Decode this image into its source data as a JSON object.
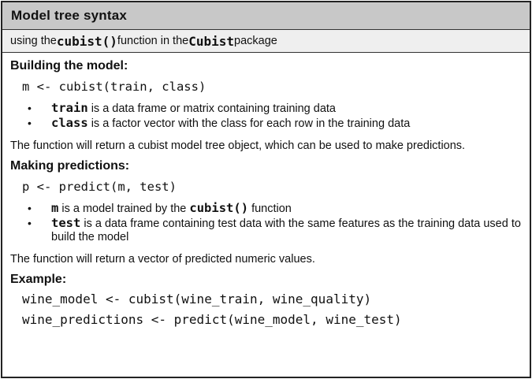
{
  "title": "Model tree syntax",
  "subtitle": {
    "prefix": "using the ",
    "function_name": "cubist()",
    "middle": " function in the ",
    "package_name": "Cubist",
    "suffix": " package"
  },
  "building": {
    "heading": "Building the model:",
    "code": "m <- cubist(train, class)",
    "bullets": [
      {
        "term": "train",
        "text": " is a data frame or matrix containing training data"
      },
      {
        "term": "class",
        "text": " is a factor vector with the class for each row in the training data"
      }
    ],
    "returns": "The function will return a cubist model tree object, which can be used to make predictions."
  },
  "predicting": {
    "heading": "Making predictions:",
    "code": "p <- predict(m, test)",
    "bullet1": {
      "term": "m",
      "text_before": " is a model trained by the ",
      "func": "cubist()",
      "text_after": " function"
    },
    "bullet2": {
      "term": "test",
      "text": " is a data frame containing test data with the same features as the training data used to build the model"
    },
    "returns": "The function will return a vector of predicted numeric values."
  },
  "example": {
    "heading": "Example:",
    "lines": [
      "wine_model <- cubist(wine_train, wine_quality)",
      "wine_predictions <- predict(wine_model, wine_test)"
    ]
  },
  "colors": {
    "title_bg": "#c8c8c8",
    "subtitle_bg": "#efefef",
    "border": "#222222"
  }
}
